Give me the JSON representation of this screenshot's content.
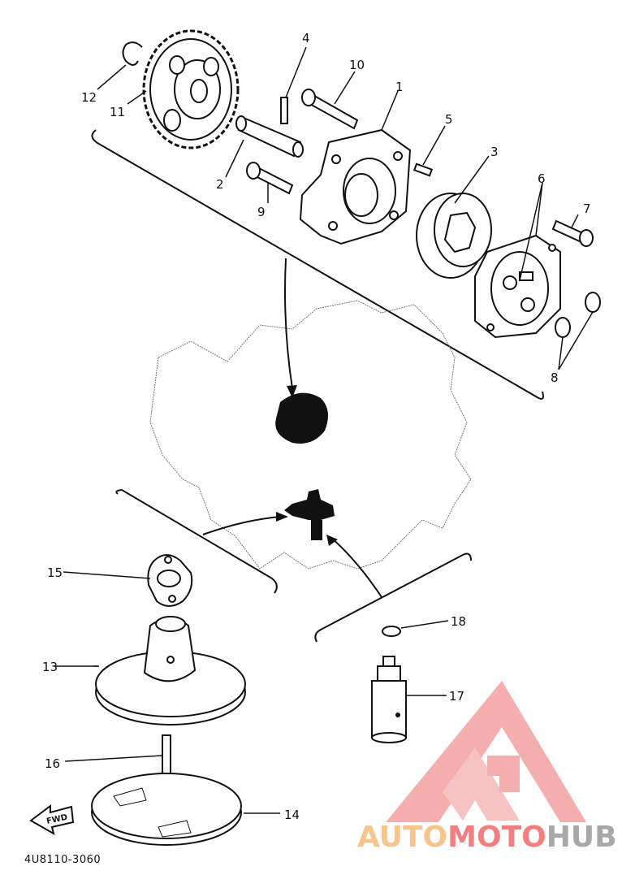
{
  "diagram": {
    "part_numbers": {
      "p1": "1",
      "p2": "2",
      "p3": "3",
      "p4": "4",
      "p5": "5",
      "p6": "6",
      "p7": "7",
      "p8": "8",
      "p9": "9",
      "p10": "10",
      "p11": "11",
      "p12": "12",
      "p13": "13",
      "p14": "14",
      "p15": "15",
      "p16": "16",
      "p17": "17",
      "p18": "18"
    },
    "fwd_label": "FWD",
    "diagram_code": "4U8110-3060"
  },
  "watermark": {
    "part1": "AUTO",
    "part2": "MOTO",
    "part3": "HUB",
    "colors": {
      "auto": "#f6c58e",
      "moto": "#f27f7f",
      "hub": "#a8a8a8",
      "logo": "#f4a0a0"
    }
  }
}
